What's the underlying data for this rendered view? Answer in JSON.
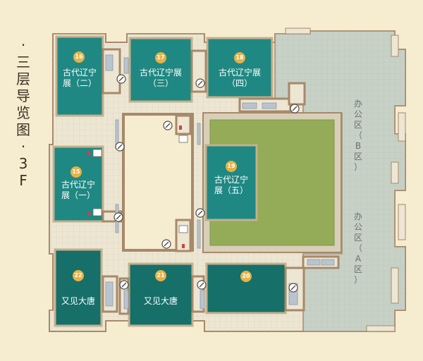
{
  "title_lines": [
    "·",
    "三",
    "层",
    "导",
    "览",
    "图",
    "·",
    "3",
    "F"
  ],
  "colors": {
    "background": "#f6ecd0",
    "exhibit": "#1f8883",
    "exhibit_dark": "#166f69",
    "exhibit_border": "#c5b08c",
    "corridor": "#ece6d3",
    "wall": "#a7896a",
    "office": "#c7d1c6",
    "courtyard": "#94ab57",
    "badge": "#e7b247"
  },
  "rooms": [
    {
      "id": "16",
      "name_l1": "古代辽宁",
      "name_l2": "展（二）"
    },
    {
      "id": "17",
      "name_l1": "古代辽宁展",
      "name_l2": "（三）"
    },
    {
      "id": "18",
      "name_l1": "古代辽宁展",
      "name_l2": "（四）"
    },
    {
      "id": "15",
      "name_l1": "古代辽宁",
      "name_l2": "展（一）"
    },
    {
      "id": "19",
      "name_l1": "古代辽宁",
      "name_l2": "展（五）"
    },
    {
      "id": "22",
      "name_l1": "又见大唐",
      "name_l2": ""
    },
    {
      "id": "21",
      "name_l1": "又见大唐",
      "name_l2": ""
    },
    {
      "id": "20",
      "name_l1": "",
      "name_l2": ""
    }
  ],
  "office_b": [
    "办",
    "公",
    "区",
    "（",
    "B",
    "区",
    "）"
  ],
  "office_a": [
    "办",
    "公",
    "区",
    "（",
    "A",
    "区",
    "）"
  ],
  "icons": [
    "elevator-icon",
    "stairs-icon",
    "restroom-icon",
    "escalator-icon"
  ]
}
